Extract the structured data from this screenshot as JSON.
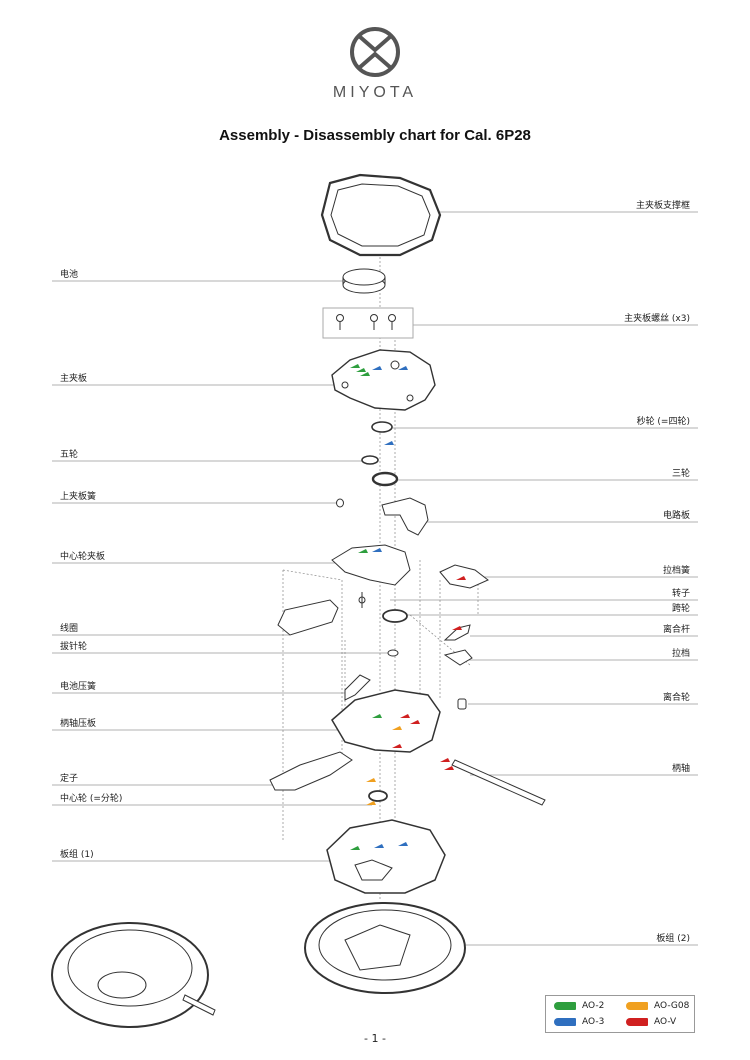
{
  "header": {
    "brand": "MIYOTA",
    "title": "Assembly - Disassembly chart for Cal. 6P28"
  },
  "labels_left": [
    "电池",
    "主夹板",
    "五轮",
    "上夹板簧",
    "中心轮夹板",
    "线圈",
    "拔针轮",
    "电池压簧",
    "柄轴压板",
    "定子",
    "中心轮 (=分轮)",
    "板组 (1)"
  ],
  "labels_right": [
    "主夹板支撑框",
    "主夹板螺丝 (x3)",
    "秒轮 (=四轮)",
    "三轮",
    "电路板",
    "拉档簧",
    "转子",
    "跨轮",
    "离合杆",
    "拉档",
    "离合轮",
    "柄轴",
    "板组 (2)"
  ],
  "legend": {
    "items": [
      {
        "label": "AO-2",
        "color": "#2e9e3e"
      },
      {
        "label": "AO-G08",
        "color": "#f0a020"
      },
      {
        "label": "AO-3",
        "color": "#2f6fbf"
      },
      {
        "label": "AO-V",
        "color": "#d02020"
      }
    ]
  },
  "footer": {
    "page": "- 1 -"
  }
}
